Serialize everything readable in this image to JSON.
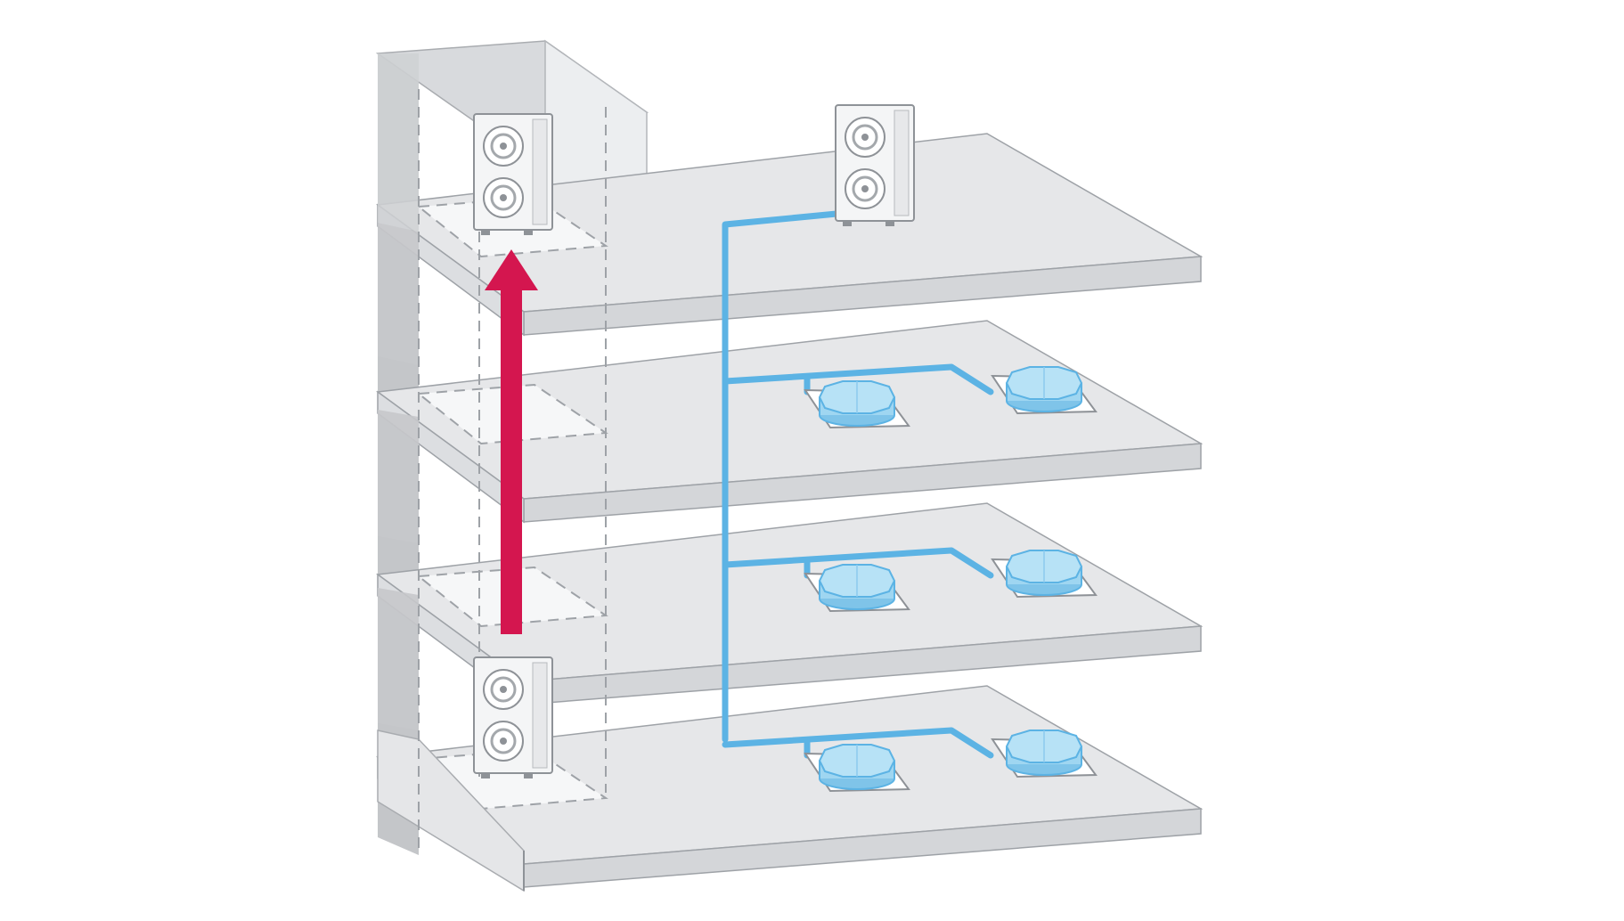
{
  "diagram": {
    "colors": {
      "background": "#ffffff",
      "slab_top": "#e6e7e9",
      "slab_edge": "#d4d6d9",
      "slab_outline": "#9ea2a7",
      "shaft_side": "#c4c6c9",
      "shaft_front": "#dadcdf",
      "piping": "#5cb3e4",
      "indoor_unit": "#9fd6f1",
      "indoor_outline": "#5cb3e4",
      "relocation_arrow": "#d4164f",
      "outdoor_unit": "#f4f5f6"
    },
    "floors": 4,
    "indoor_units_per_floor": 2,
    "outdoor_units": [
      "outdoor-unit-rooftop",
      "outdoor-unit-shaft-top",
      "outdoor-unit-shaft-bottom"
    ],
    "piping": "single-riser",
    "arrow": "upward-relocation"
  }
}
